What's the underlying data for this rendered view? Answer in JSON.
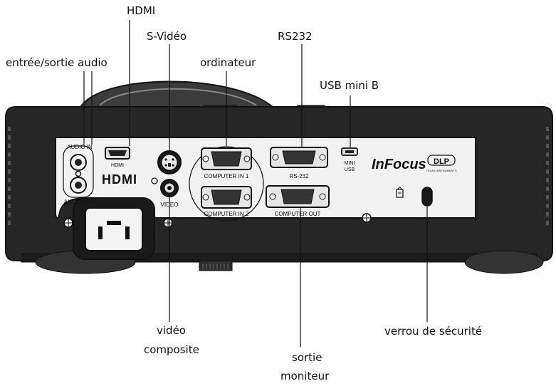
{
  "callouts": {
    "audio": "entrée/sortie audio",
    "hdmi": "HDMI",
    "svideo": "S-Vidéo",
    "ordinateur": "ordinateur",
    "rs232": "RS232",
    "usb_mini_b": "USB mini B",
    "video_composite_line1": "vidéo",
    "video_composite_line2": "composite",
    "sortie_moniteur_line1": "sortie",
    "sortie_moniteur_line2": "moniteur",
    "verrou": "verrou de sécurité"
  },
  "panel_labels": {
    "audio_in": "AUDIO IN",
    "audio_out": "AUDIO OUT",
    "hdmi": "HDMI",
    "hdmi_logo": "HDMI",
    "video": "VIDEO",
    "computer_in_1": "COMPUTER IN 1",
    "computer_in_2": "COMPUTER IN 2",
    "rs232": "RS-232",
    "computer_out": "COMPUTER OUT",
    "mini": "MINI",
    "usb": "USB",
    "brand": "InFocus",
    "dlp": "DLP",
    "dlp_sub": "TEXAS INSTRUMENTS"
  },
  "colors": {
    "body": "#2a2a2a",
    "panel": "#f2f2f2",
    "outline": "#111111",
    "label_line": "#111111"
  }
}
